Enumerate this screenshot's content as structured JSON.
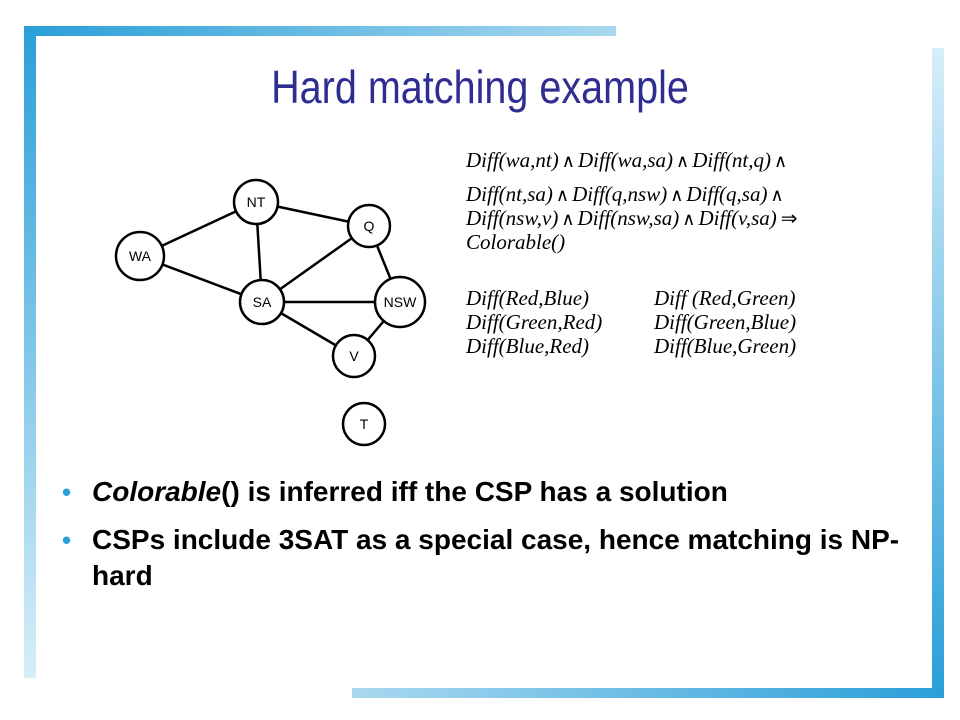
{
  "slide": {
    "title": "Hard matching example"
  },
  "graph": {
    "nodes": [
      {
        "id": "WA",
        "label": "WA"
      },
      {
        "id": "NT",
        "label": "NT"
      },
      {
        "id": "Q",
        "label": "Q"
      },
      {
        "id": "SA",
        "label": "SA"
      },
      {
        "id": "NSW",
        "label": "NSW"
      },
      {
        "id": "V",
        "label": "V"
      },
      {
        "id": "T",
        "label": "T"
      }
    ],
    "edges": [
      [
        "WA",
        "NT"
      ],
      [
        "WA",
        "SA"
      ],
      [
        "NT",
        "SA"
      ],
      [
        "NT",
        "Q"
      ],
      [
        "SA",
        "Q"
      ],
      [
        "SA",
        "NSW"
      ],
      [
        "SA",
        "V"
      ],
      [
        "Q",
        "NSW"
      ],
      [
        "NSW",
        "V"
      ]
    ]
  },
  "formula": {
    "rule_lines": [
      [
        "Diff(wa,nt)",
        "Diff(wa,sa)",
        "Diff(nt,q)",
        ""
      ],
      [
        "Diff(nt,sa)",
        "Diff(q,nsw)",
        "Diff(q,sa)",
        ""
      ],
      [
        "Diff(nsw,v)",
        "Diff(nsw,sa)",
        "Diff(v,sa)"
      ]
    ],
    "conclusion": "Colorable()",
    "facts": [
      [
        "Diff(Red,Blue)",
        "Diff (Red,Green)"
      ],
      [
        "Diff(Green,Red)",
        "Diff(Green,Blue)"
      ],
      [
        "Diff(Blue,Red)",
        "Diff(Blue,Green)"
      ]
    ],
    "and_symbol": "∧",
    "implies_symbol": "⇒"
  },
  "bullets": [
    {
      "italic_part": "Colorable",
      "rest": "() is inferred iff the CSP has a solution"
    },
    {
      "italic_part": "",
      "rest": "CSPs include 3SAT as a special case, hence matching is NP-hard"
    }
  ],
  "colors": {
    "title": "#2e2e92",
    "accent_bar": "#2a9fd8",
    "bullet": "#2a9fd8"
  }
}
